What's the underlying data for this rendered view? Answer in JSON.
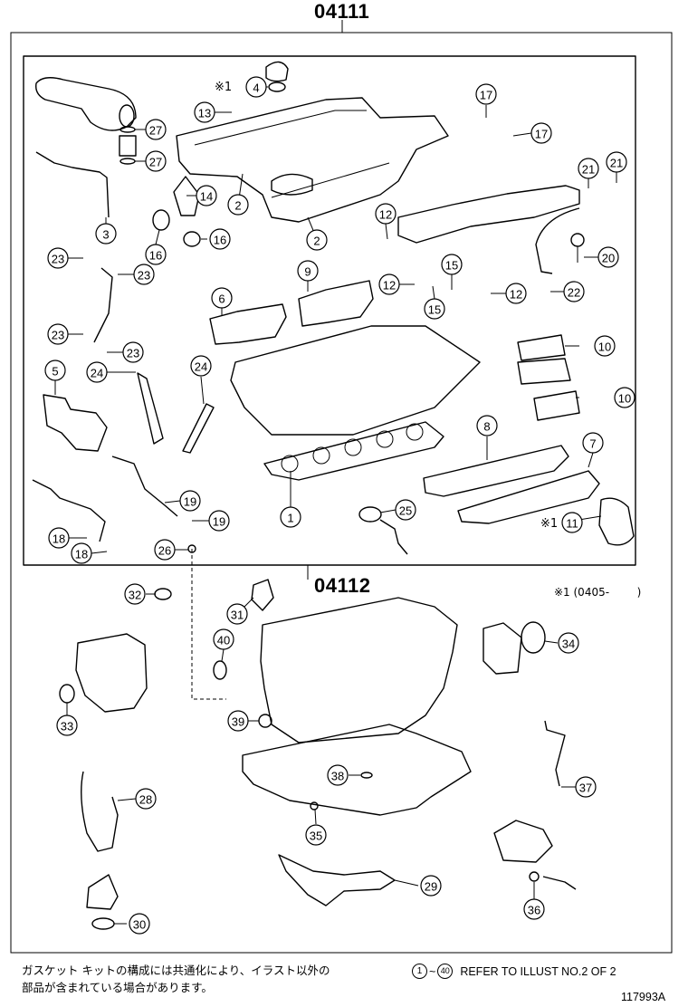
{
  "kits": {
    "upper": "04111",
    "lower": "04112"
  },
  "note": {
    "marker": "※1",
    "marker_range": "※1 (0405-        )"
  },
  "callouts": {
    "c1": "1",
    "c2a": "2",
    "c2b": "2",
    "c3": "3",
    "c4": "4",
    "c5": "5",
    "c6": "6",
    "c7": "7",
    "c8": "8",
    "c9": "9",
    "c10a": "10",
    "c10b": "10",
    "c11": "11",
    "c12a": "12",
    "c12b": "12",
    "c12c": "12",
    "c13": "13",
    "c14": "14",
    "c15a": "15",
    "c15b": "15",
    "c16a": "16",
    "c16b": "16",
    "c17a": "17",
    "c17b": "17",
    "c18a": "18",
    "c18b": "18",
    "c19a": "19",
    "c19b": "19",
    "c20": "20",
    "c21a": "21",
    "c21b": "21",
    "c22": "22",
    "c23a": "23",
    "c23b": "23",
    "c23c": "23",
    "c23d": "23",
    "c24a": "24",
    "c24b": "24",
    "c25": "25",
    "c26": "26",
    "c27a": "27",
    "c27b": "27",
    "c28": "28",
    "c29": "29",
    "c30": "30",
    "c31": "31",
    "c32": "32",
    "c33": "33",
    "c34": "34",
    "c35": "35",
    "c36": "36",
    "c37": "37",
    "c38": "38",
    "c39": "39",
    "c40": "40"
  },
  "footer": {
    "japanese_line1": "ガスケット キットの構成には共通化により、イラスト以外の",
    "japanese_line2": "部品が含まれている場合があります。",
    "range_start": "1",
    "range_sep": "~",
    "range_end": "40",
    "refer_text": "REFER TO ILLUST NO.2 OF 2",
    "illust_id": "117993A"
  }
}
